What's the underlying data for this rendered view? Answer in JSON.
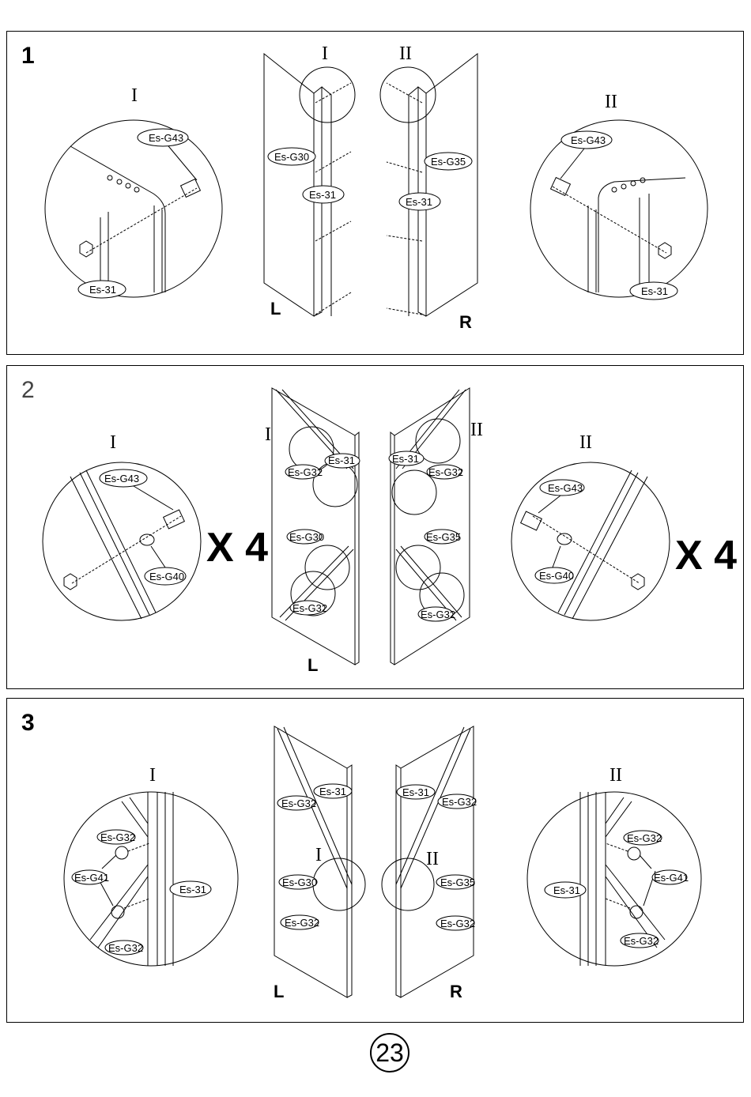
{
  "page_number": "23",
  "steps": [
    {
      "number": "1",
      "roman_left": "I",
      "roman_right": "II",
      "side_left": "L",
      "side_right": "R",
      "labels": {
        "zoom_left_bolt": "Es-G43",
        "zoom_left_nut": "Es-31",
        "panel_left": "Es-G30",
        "nut_left": "Es-31",
        "panel_right": "Es-G35",
        "nut_right": "Es-31",
        "zoom_right_bolt": "Es-G43",
        "zoom_right_nut": "Es-31"
      }
    },
    {
      "number": "2",
      "roman_left": "I",
      "roman_right": "II",
      "side_left": "L",
      "multiplier_left": "X 4",
      "multiplier_right": "X 4",
      "labels": {
        "zoom_left_bolt": "Es-G43",
        "zoom_left_washer": "Es-G40",
        "nut_left": "Es-31",
        "brace_left_top": "Es-G32",
        "panel_left": "Es-G30",
        "brace_left_bottom": "Es-G32",
        "nut_right": "Es-31",
        "brace_right_top": "Es-G32",
        "panel_right": "Es-G35",
        "brace_right_bottom": "Es-G32",
        "zoom_right_bolt": "Es-G43",
        "zoom_right_washer": "Es-G40"
      }
    },
    {
      "number": "3",
      "roman_left": "I",
      "roman_right": "II",
      "side_left": "L",
      "side_right": "R",
      "labels": {
        "zoom_left_screw_top": "Es-G32",
        "zoom_left_screw": "Es-G41",
        "zoom_left_screw_bottom": "Es-G32",
        "zoom_left_post": "Es-31",
        "brace_left_top": "Es-G32",
        "nut_left": "Es-31",
        "panel_left": "Es-G30",
        "brace_left_bottom": "Es-G32",
        "nut_right": "Es-31",
        "brace_right_top": "Es-G32",
        "panel_right": "Es-G35",
        "brace_right_bottom": "Es-G32",
        "zoom_right_post": "Es-31",
        "zoom_right_screw_top": "Es-G32",
        "zoom_right_screw": "Es-G41",
        "zoom_right_screw_bottom": "Es-G32"
      }
    }
  ]
}
